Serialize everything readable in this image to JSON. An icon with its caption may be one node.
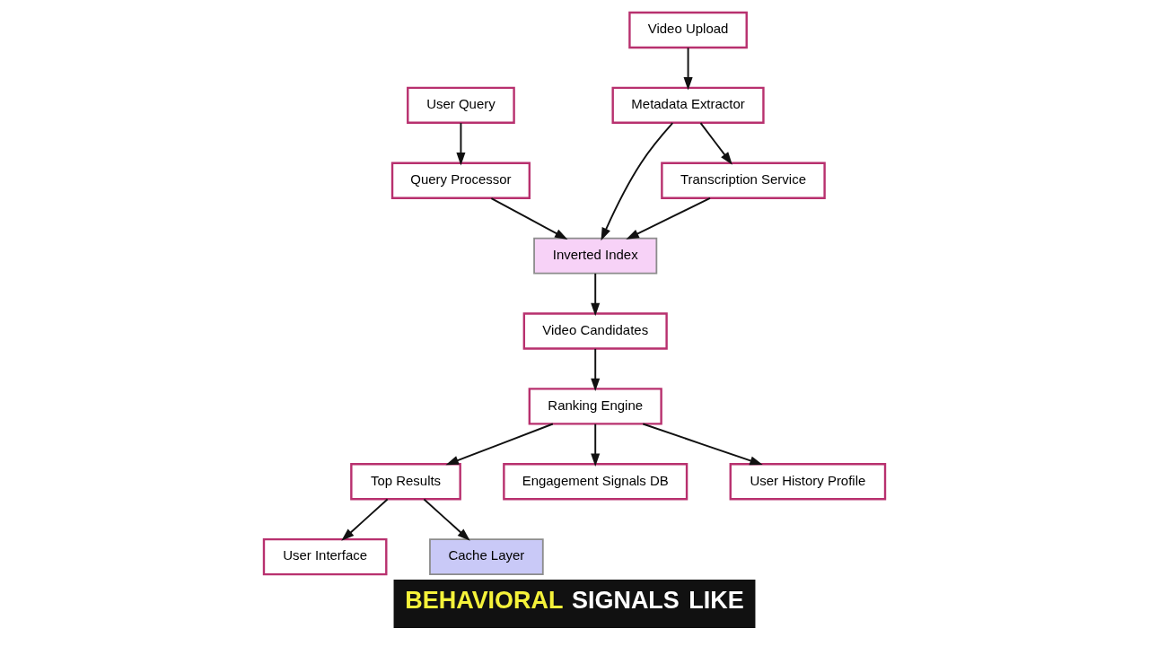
{
  "diagram": {
    "caption": "BEHAVIORAL SIGNALS LIKE",
    "nodes": [
      {
        "text": [
          "Video Upload"
        ]
      },
      {
        "text": [
          "User Query"
        ]
      },
      {
        "text": [
          "Metadata Extractor"
        ]
      },
      {
        "text": [
          "Query Processor"
        ]
      },
      {
        "text": [
          "Transcription Service"
        ]
      },
      {
        "text": [
          "Inverted Index"
        ]
      },
      {
        "text": [
          "Video Candidates"
        ]
      },
      {
        "text": [
          "Ranking Engine"
        ]
      },
      {
        "text": [
          "Top Results"
        ]
      },
      {
        "text": [
          "Engagement Signals DB"
        ]
      },
      {
        "text": [
          "User History Profile"
        ]
      },
      {
        "text": [
          "User Interface"
        ]
      },
      {
        "text": [
          "Cache Layer"
        ]
      }
    ],
    "edges": [
      {
        "from": 0,
        "to": 2,
        "arrow": "to"
      },
      {
        "from": 1,
        "to": 3,
        "arrow": "to"
      },
      {
        "from": 2,
        "to": 5,
        "arrow": "to"
      },
      {
        "from": 2,
        "to": 4,
        "arrow": "to"
      },
      {
        "from": 3,
        "to": 5,
        "arrow": "to"
      },
      {
        "from": 4,
        "to": 5,
        "arrow": "to"
      },
      {
        "from": 5,
        "to": 6,
        "arrow": "to"
      },
      {
        "from": 6,
        "to": 7,
        "arrow": "to"
      },
      {
        "from": 7,
        "to": 8,
        "arrow": "to"
      },
      {
        "from": 7,
        "to": 9,
        "arrow": "to"
      },
      {
        "from": 7,
        "to": 10,
        "arrow": "to"
      },
      {
        "from": 8,
        "to": 11,
        "arrow": "to"
      },
      {
        "from": 8,
        "to": 12,
        "arrow": "to"
      }
    ]
  }
}
